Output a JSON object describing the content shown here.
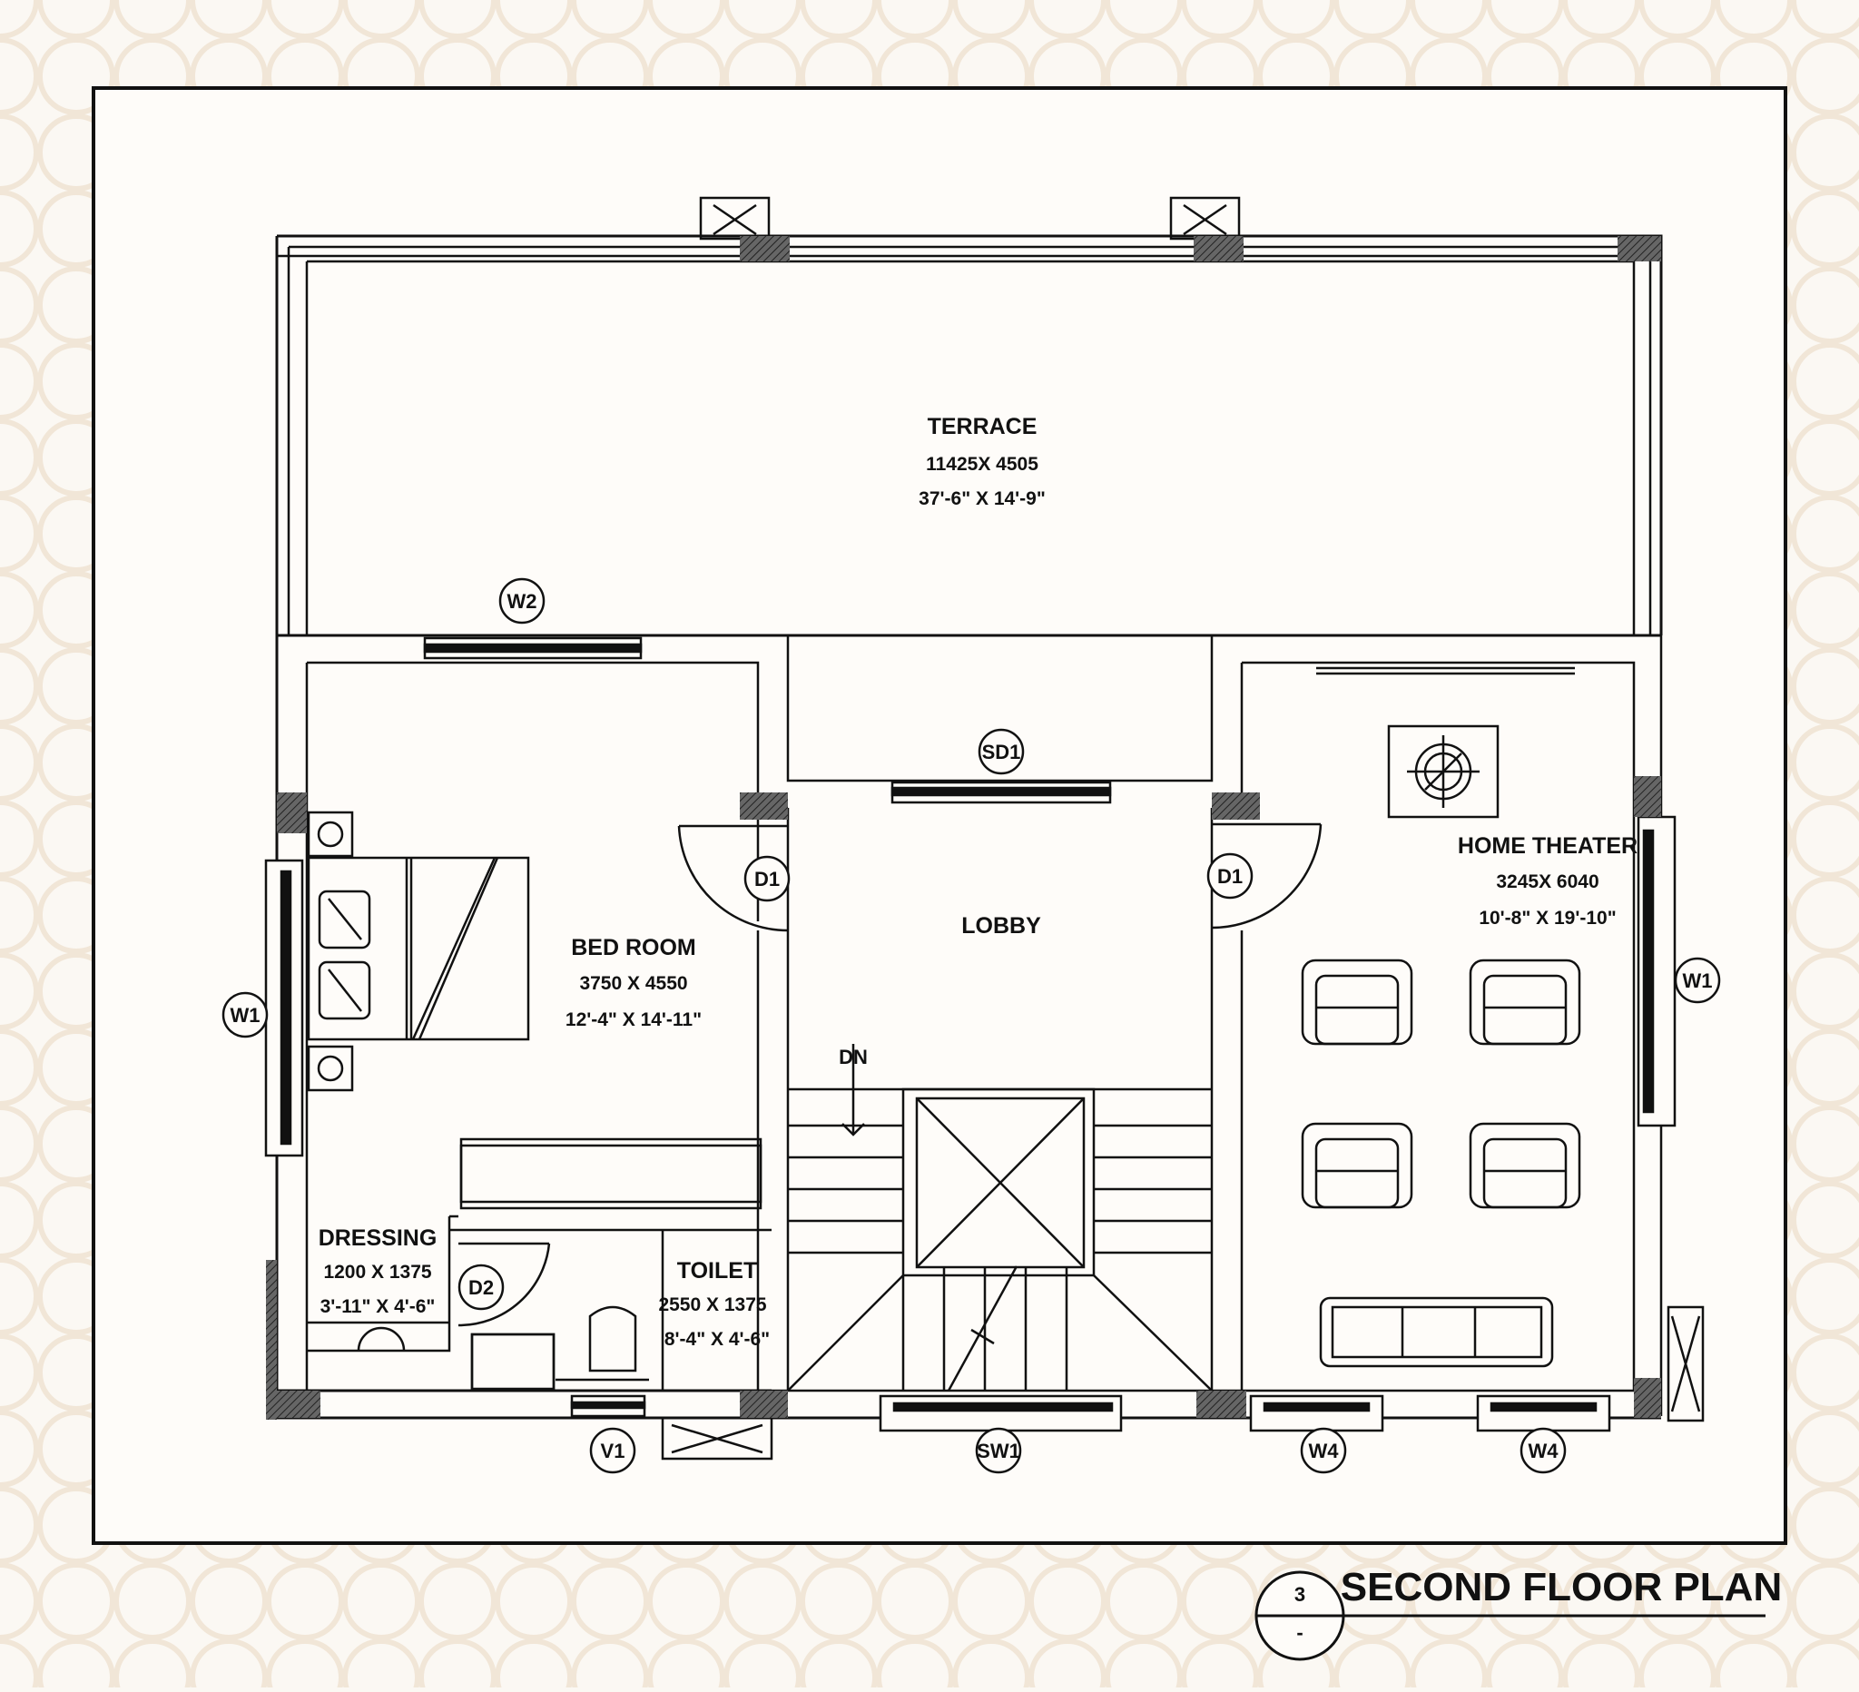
{
  "plan": {
    "title": "SECOND FLOOR PLAN",
    "sheet_number": "3",
    "sheet_sub": "-"
  },
  "rooms": {
    "terrace": {
      "name": "TERRACE",
      "dim_mm": "11425X 4505",
      "dim_ft": "37'-6\" X 14'-9\""
    },
    "bedroom": {
      "name": "BED ROOM",
      "dim_mm": "3750 X 4550",
      "dim_ft": "12'-4\" X 14'-11\""
    },
    "lobby": {
      "name": "LOBBY"
    },
    "home_theater": {
      "name": "HOME THEATER",
      "dim_mm": "3245X 6040",
      "dim_ft": "10'-8\" X 19'-10\""
    },
    "dressing": {
      "name": "DRESSING",
      "dim_mm": "1200 X 1375",
      "dim_ft": "3'-11\" X 4'-6\""
    },
    "toilet": {
      "name": "TOILET",
      "dim_mm": "2550 X 1375",
      "dim_ft": "8'-4\" X 4'-6\""
    }
  },
  "tags": {
    "w2": "W2",
    "sd1": "SD1",
    "d1_left": "D1",
    "d1_right": "D1",
    "w1_left": "W1",
    "w1_right": "W1",
    "d2": "D2",
    "v1": "V1",
    "sw1": "SW1",
    "w4_left": "W4",
    "w4_right": "W4"
  },
  "stair_label": "DN"
}
